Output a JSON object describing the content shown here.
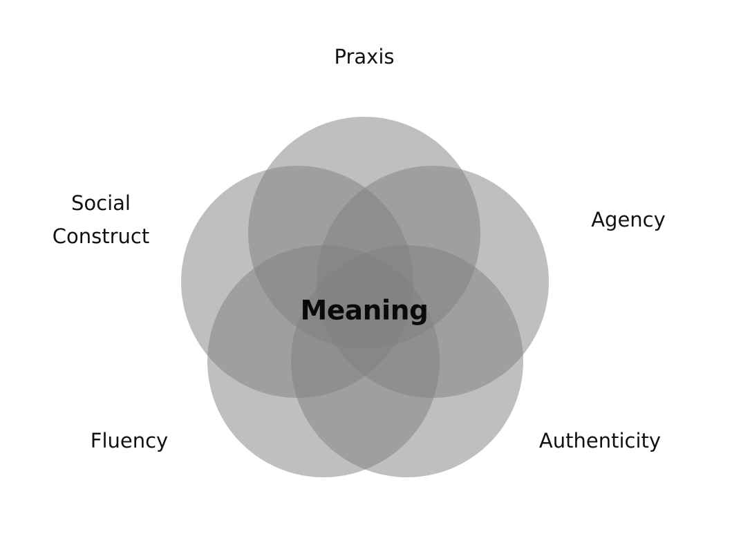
{
  "diagram": {
    "center_label": "Meaning",
    "circle_color": "#808080",
    "circles": [
      {
        "id": "praxis",
        "label": "Praxis"
      },
      {
        "id": "social-construct",
        "label_lines": [
          "Social",
          "Construct"
        ]
      },
      {
        "id": "agency",
        "label": "Agency"
      },
      {
        "id": "fluency",
        "label": "Fluency"
      },
      {
        "id": "authenticity",
        "label": "Authenticity"
      }
    ]
  }
}
